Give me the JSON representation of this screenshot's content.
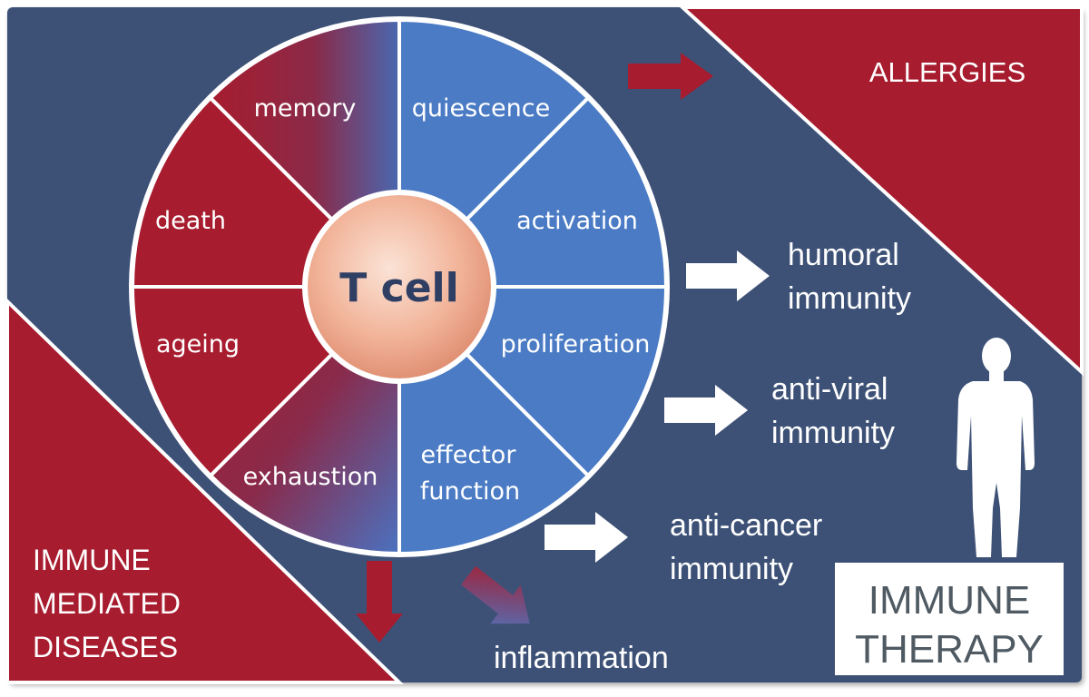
{
  "diagram": {
    "center_label": "T cell",
    "segments": {
      "memory": "memory",
      "quiescence": "quiescence",
      "activation": "activation",
      "proliferation": "proliferation",
      "effector_line1": "effector",
      "effector_line2": "function",
      "exhaustion": "exhaustion",
      "ageing": "ageing",
      "death": "death"
    },
    "outcomes": {
      "allergies": "ALLERGIES",
      "humoral_line1": "humoral",
      "humoral_line2": "immunity",
      "antiviral_line1": "anti-viral",
      "antiviral_line2": "immunity",
      "anticancer_line1": "anti-cancer",
      "anticancer_line2": "immunity",
      "inflammation": "inflammation",
      "immune_mediated_line1": "IMMUNE",
      "immune_mediated_line2": "MEDIATED",
      "immune_mediated_line3": "DISEASES",
      "therapy_line1": "IMMUNE",
      "therapy_line2": "THERAPY"
    },
    "colors": {
      "navy": "#3d5177",
      "red": "#a71c2e",
      "blue": "#4a7bc4",
      "white": "#ffffff",
      "therapy_text": "#4f5a63"
    },
    "icons": {
      "human": "human-silhouette-icon",
      "arrows": "arrow-right-icon"
    }
  }
}
